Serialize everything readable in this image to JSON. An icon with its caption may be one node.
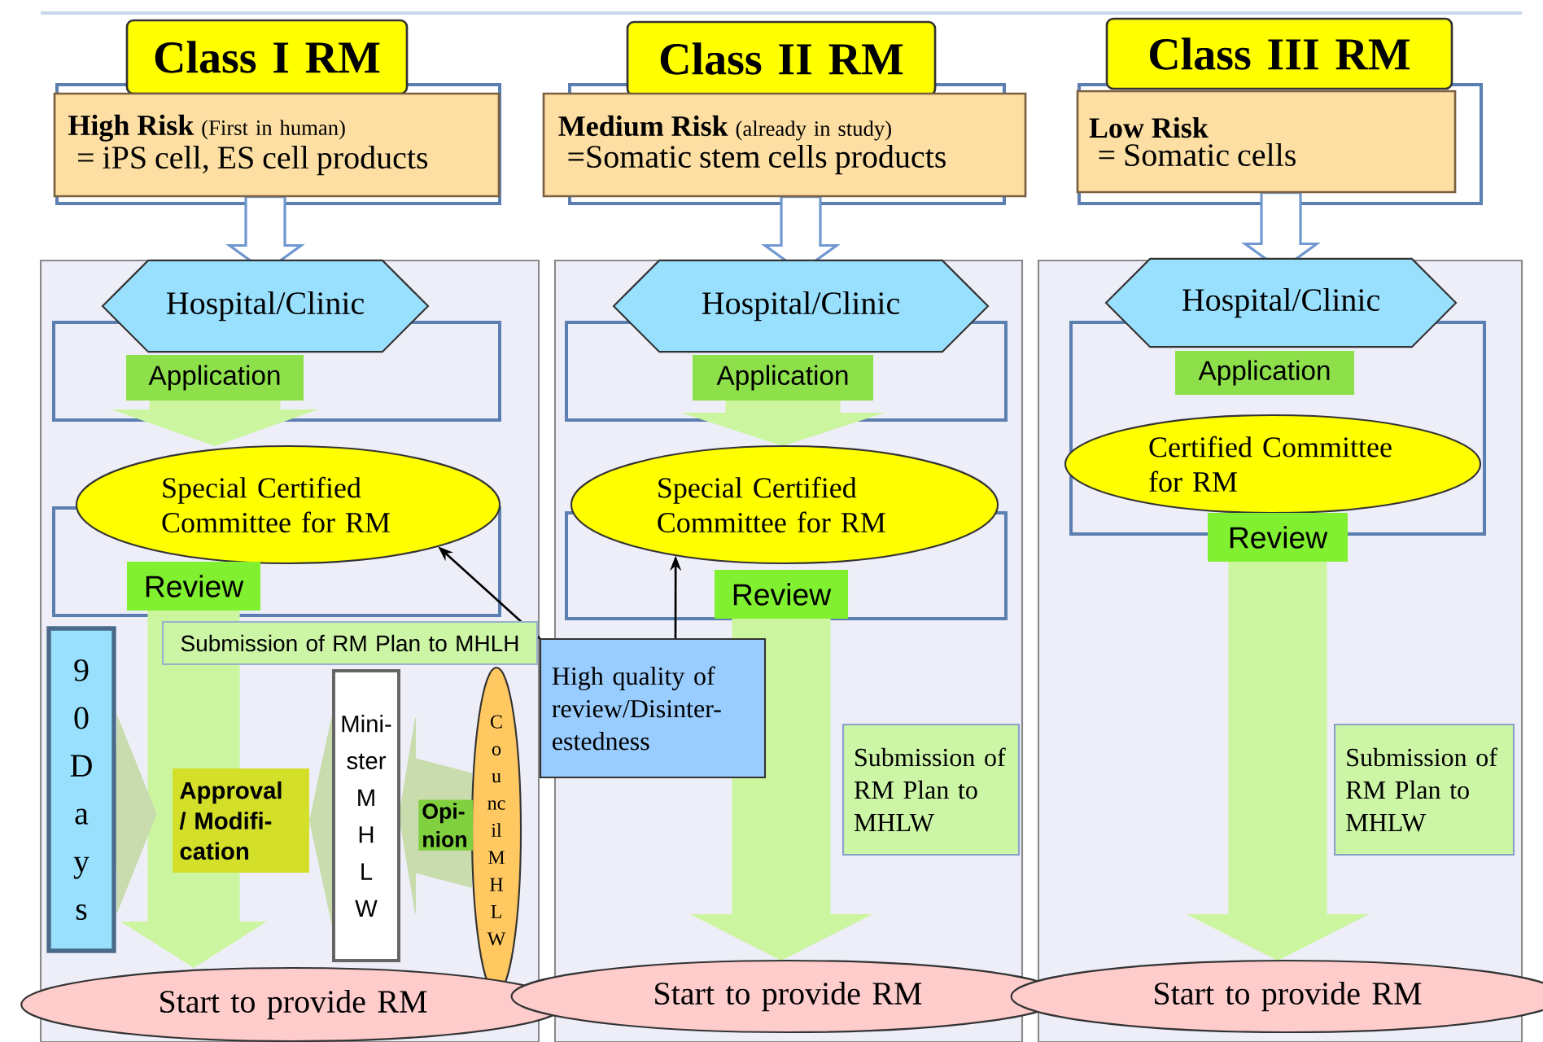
{
  "diagram": {
    "nodes": [
      {
        "text": [
          "Class I RM"
        ]
      },
      {
        "text": [
          "High Risk",
          "(First in human)",
          "= iPS cell, ES cell products"
        ]
      },
      {
        "text": [
          "Hospital/Clinic"
        ]
      },
      {
        "text": [
          "Application"
        ]
      },
      {
        "text": [
          "Special Certified Committee for RM"
        ]
      },
      {
        "text": [
          "Review"
        ]
      },
      {
        "text": [
          "Submission of RM Plan to MHLH"
        ]
      },
      {
        "text": [
          "9 0 D a y s"
        ]
      },
      {
        "text": [
          "Approval / Modifi-cation"
        ]
      },
      {
        "text": [
          "Mini-ster M H L W"
        ]
      },
      {
        "text": [
          "C o u nc il M H L W"
        ]
      },
      {
        "text": [
          "Start to provide RM"
        ]
      },
      {
        "text": [
          "High quality of review/Disinter-estedness"
        ]
      },
      {
        "text": [
          "Class II RM"
        ]
      },
      {
        "text": [
          "Medium Risk",
          "(already in study)",
          "=Somatic stem cells products"
        ]
      },
      {
        "text": [
          "Hospital/Clinic"
        ]
      },
      {
        "text": [
          "Application"
        ]
      },
      {
        "text": [
          "Special Certified Committee for RM"
        ]
      },
      {
        "text": [
          "Review"
        ]
      },
      {
        "text": [
          "Submission of RM Plan to MHLW"
        ]
      },
      {
        "text": [
          "Start to provide RM"
        ]
      },
      {
        "text": [
          "Class III RM"
        ]
      },
      {
        "text": [
          "Low Risk",
          "= Somatic cells"
        ]
      },
      {
        "text": [
          "Hospital/Clinic"
        ]
      },
      {
        "text": [
          "Application"
        ]
      },
      {
        "text": [
          "Certified Committee for RM"
        ]
      },
      {
        "text": [
          "Review"
        ]
      },
      {
        "text": [
          "Submission of RM Plan to MHLW"
        ]
      },
      {
        "text": [
          "Start to provide RM"
        ]
      }
    ],
    "edges": [
      {
        "from": 1,
        "to": 2,
        "arrow": "to",
        "color": "#6f98d0"
      },
      {
        "from": 3,
        "to": 4,
        "arrow": "to",
        "color": "#ccf5a0"
      },
      {
        "from": 5,
        "to": 11,
        "arrow": "to",
        "color": "#ccf5a0"
      },
      {
        "from": 7,
        "to": null,
        "arrow": "to",
        "color": "#c8dcae"
      },
      {
        "from": 9,
        "to": 8,
        "arrow": "to",
        "color": "#c8dcae"
      },
      {
        "from": 10,
        "to": 9,
        "arrow": "to",
        "color": "#c8dcae",
        "label": "Opi-nion"
      },
      {
        "from": 12,
        "to": 4,
        "arrow": "to",
        "color": "#000000"
      },
      {
        "from": 12,
        "to": 17,
        "arrow": "to",
        "color": "#000000"
      },
      {
        "from": 14,
        "to": 15,
        "arrow": "to",
        "color": "#6f98d0"
      },
      {
        "from": 16,
        "to": 17,
        "arrow": "to",
        "color": "#ccf5a0"
      },
      {
        "from": 18,
        "to": 20,
        "arrow": "to",
        "color": "#ccf5a0"
      },
      {
        "from": 22,
        "to": 23,
        "arrow": "to",
        "color": "#6f98d0"
      },
      {
        "from": 26,
        "to": 28,
        "arrow": "to",
        "color": "#ccf5a0"
      }
    ]
  }
}
